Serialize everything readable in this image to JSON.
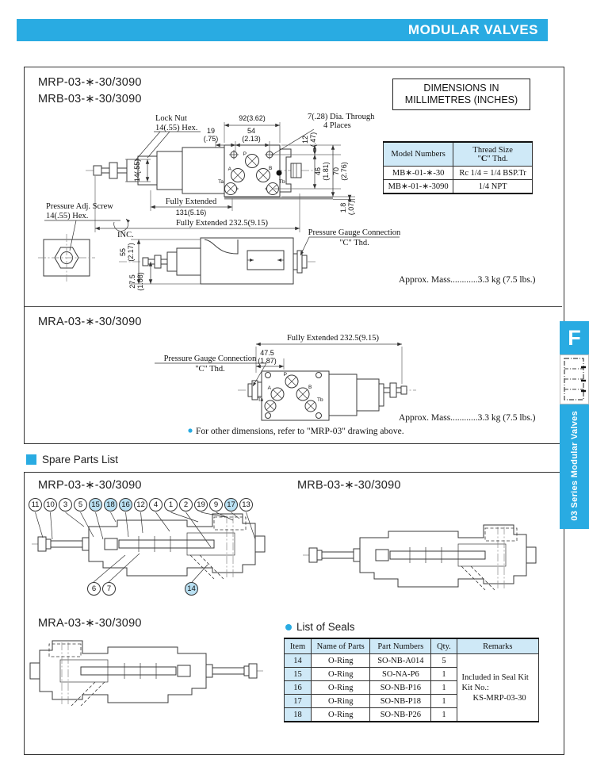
{
  "header": {
    "title": "MODULAR VALVES"
  },
  "colors": {
    "accent": "#29abe2",
    "light_blue": "#cfe9f7",
    "circle_highlight": "#b9e0f2"
  },
  "models": {
    "mrp": "MRP-03-∗-30/3090",
    "mrb": "MRB-03-∗-30/3090",
    "mra": "MRA-03-∗-30/3090"
  },
  "dim_box": {
    "line1": "DIMENSIONS IN",
    "line2": "MILLIMETRES (INCHES)"
  },
  "thread_table": {
    "col1": "Model Numbers",
    "col2_line1": "Thread Size",
    "col2_q": "\"",
    "col2_c": "C",
    "col2_rest": "\" Thd.",
    "rows": [
      {
        "model": "MB∗-01-∗-30",
        "thread": "Rc 1/4 = 1/4 BSP.Tr"
      },
      {
        "model": "MB∗-01-∗-3090",
        "thread": "1/4 NPT"
      }
    ]
  },
  "dims": {
    "lock_nut1": "Lock Nut",
    "lock_nut2": "14(.55) Hex.",
    "w92": "92(3.62)",
    "w19": "19",
    "w19i": "(.75)",
    "w54": "54",
    "w54i": "(2.13)",
    "dia1": "7(.28) Dia. Through",
    "dia2": "4 Places",
    "h12": "12",
    "h12i": "(.47)",
    "h46": "46",
    "h46i": "(1.81)",
    "h70": "70",
    "h70i": "(2.76)",
    "h18": "1.8",
    "h18i": "(.07)",
    "h14": "14(.55)",
    "fe_label": "Fully Extended",
    "fe131": "131(5.16)",
    "fe2325": "Fully Extended 232.5(9.15)",
    "adj1": "Pressure Adj. Screw",
    "adj2": "14(.55) Hex.",
    "inc": "INC.",
    "h55": "55",
    "h55i": "(2.17)",
    "h275": "27.5",
    "h275i": "(1.08)",
    "pgc1": "Pressure Gauge Connection",
    "pgc2": "\"C\" Thd.",
    "w475": "47.5",
    "w475i": "(1.87)"
  },
  "ports": {
    "p": "P",
    "a": "A",
    "b": "B",
    "ta": "Ta",
    "tb": "Tb"
  },
  "notes": {
    "mass": "Approx. Mass............3.3 kg (7.5 lbs.)",
    "other_dims": "For other dimensions, refer to \"MRP-03\" drawing above."
  },
  "spare": {
    "heading": "Spare Parts List",
    "callouts_top": [
      {
        "n": "11",
        "hl": false
      },
      {
        "n": "10",
        "hl": false
      },
      {
        "n": "3",
        "hl": false
      },
      {
        "n": "5",
        "hl": false
      },
      {
        "n": "15",
        "hl": true
      },
      {
        "n": "18",
        "hl": true
      },
      {
        "n": "16",
        "hl": true
      },
      {
        "n": "12",
        "hl": false
      },
      {
        "n": "4",
        "hl": false
      },
      {
        "n": "1",
        "hl": false
      },
      {
        "n": "2",
        "hl": false
      },
      {
        "n": "19",
        "hl": false
      },
      {
        "n": "9",
        "hl": false
      },
      {
        "n": "17",
        "hl": true
      },
      {
        "n": "13",
        "hl": false
      }
    ],
    "callouts_bottom": [
      {
        "n": "6",
        "hl": false
      },
      {
        "n": "7",
        "hl": false
      },
      {
        "n": "14",
        "hl": true
      }
    ],
    "seals": {
      "heading": "List of Seals",
      "h_item": "Item",
      "h_name": "Name of Parts",
      "h_part": "Part Numbers",
      "h_qty": "Qty.",
      "h_remarks": "Remarks",
      "rows": [
        {
          "item": "14",
          "name": "O-Ring",
          "part": "SO-NB-A014",
          "qty": "5"
        },
        {
          "item": "15",
          "name": "O-Ring",
          "part": "SO-NA-P6",
          "qty": "1"
        },
        {
          "item": "16",
          "name": "O-Ring",
          "part": "SO-NB-P16",
          "qty": "1"
        },
        {
          "item": "17",
          "name": "O-Ring",
          "part": "SO-NB-P18",
          "qty": "1"
        },
        {
          "item": "18",
          "name": "O-Ring",
          "part": "SO-NB-P26",
          "qty": "1"
        }
      ],
      "remarks_line1": "Included in Seal Kit",
      "remarks_line2": "Kit No.:",
      "remarks_line3": "KS-MRP-03-30"
    }
  },
  "sidebar": {
    "tab": "F",
    "label": "03 Series Modular Valves"
  }
}
